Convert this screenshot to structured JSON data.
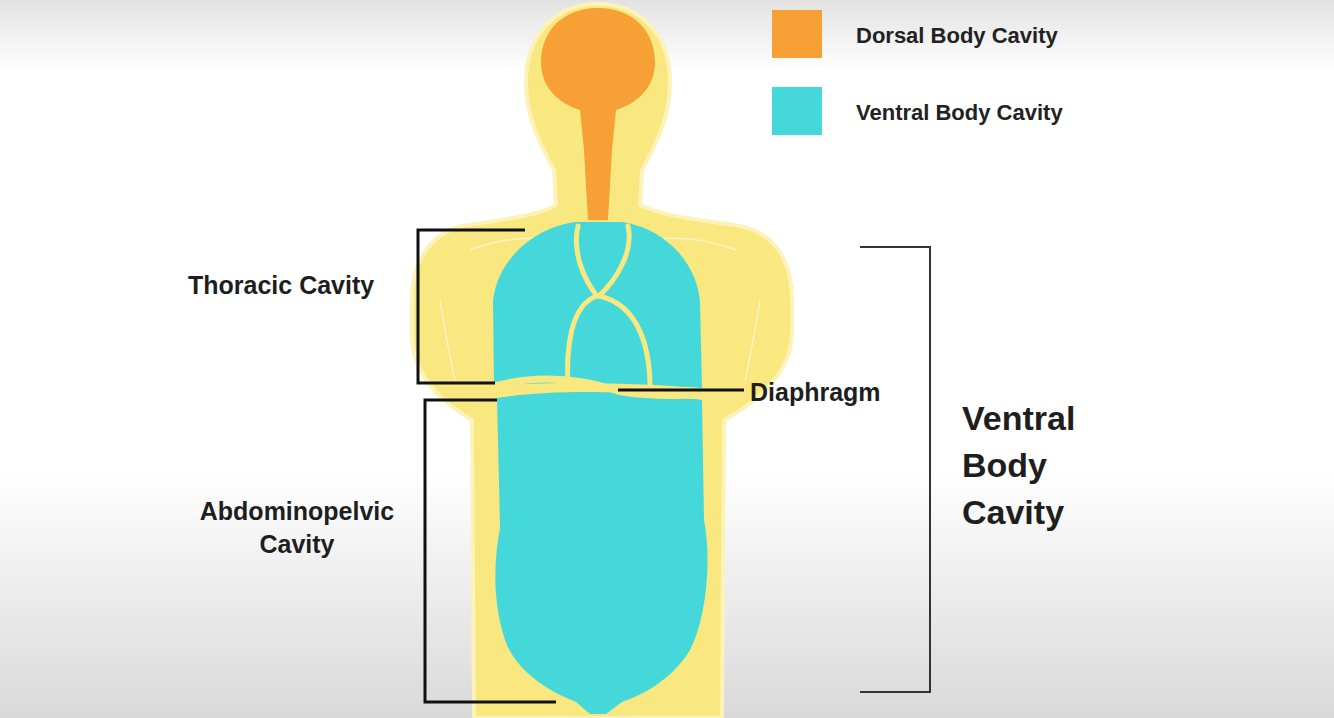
{
  "diagram": {
    "labels": [
      "Thoracic Cavity",
      "Abdominopelvic Cavity",
      "Diaphragm",
      "Ventral Body Cavity"
    ],
    "legend": [
      {
        "text": "Dorsal Body Cavity",
        "color": "#f7a035"
      },
      {
        "text": "Ventral Body Cavity",
        "color": "#45d8db"
      }
    ]
  }
}
